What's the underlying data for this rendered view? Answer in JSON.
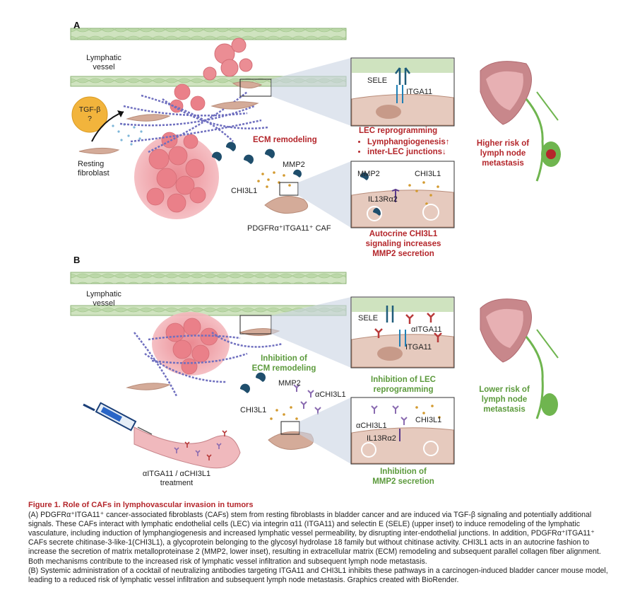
{
  "panel_a": {
    "letter": "A",
    "lymphatic_vessel": "Lymphatic\nvessel",
    "tgf_beta": "TGF-β\n?",
    "resting_fibroblast": "Resting\nfibroblast",
    "ecm_remodeling": "ECM remodeling",
    "mmp2": "MMP2",
    "chi3l1": "CHI3L1",
    "caf": "PDGFRα⁺ITGA11⁺ CAF",
    "inset1": {
      "sele": "SELE",
      "itga11": "ITGA11"
    },
    "lec_title": "LEC reprogramming",
    "lec_points": [
      "Lymphangiogenesis↑",
      "inter-LEC junctions↓"
    ],
    "inset2": {
      "mmp2": "MMP2",
      "chi3l1": "CHI3L1",
      "il13": "IL13Rα2"
    },
    "autocrine": "Autocrine CHI3L1\nsignaling increases\nMMP2 secretion",
    "risk": "Higher risk of\nlymph node\nmetastasis"
  },
  "panel_b": {
    "letter": "B",
    "lymphatic_vessel": "Lymphatic\nvessel",
    "inhibition_ecm": "Inhibition of\nECM remodeling",
    "mmp2": "MMP2",
    "achi3l1": "αCHI3L1",
    "chi3l1": "CHI3L1",
    "treatment": "αITGA11 / αCHI3L1\ntreatment",
    "inset1": {
      "sele": "SELE",
      "aitga11": "αITGA11",
      "itga11": "ITGA11"
    },
    "lec_inhibit": "Inhibition of LEC\nreprogramming",
    "inset2": {
      "achi3l1": "αCHI3L1",
      "chi3l1": "CHI3L1",
      "il13": "IL13Rα2"
    },
    "mmp2_inhibit": "Inhibition of\nMMP2 secretion",
    "risk": "Lower risk of\nlymph node\nmetastasis"
  },
  "caption": {
    "title": "Figure 1.  Role of CAFs in lymphovascular invasion in tumors",
    "para_a": "(A) PDGFRα⁺ITGA11⁺ cancer-associated fibroblasts (CAFs) stem from resting fibroblasts in bladder cancer and are induced via TGF-β signaling and potentially additional signals. These CAFs interact with lymphatic endothelial cells (LEC) via integrin α11 (ITGA11) and selectin E (SELE) (upper inset) to induce remodeling of the lymphatic vasculature, including induction of lymphangiogenesis and increased lymphatic vessel permeability, by disrupting inter-endothelial junctions. In addition, PDGFRα⁺ITGA11⁺ CAFs secrete chitinase-3-like-1(CHI3L1), a glycoprotein belonging to the glycosyl hydrolase 18 family but without chitinase activity. CHI3L1 acts in an autocrine fashion to increase the secretion of matrix metalloproteinase 2 (MMP2, lower inset), resulting in extracellular matrix (ECM) remodeling and subsequent parallel collagen fiber alignment. Both mechanisms contribute to the increased risk of lymphatic vessel infiltration and subsequent lymph node metastasis.",
    "para_b": "(B) Systemic administration of a cocktail of neutralizing antibodies targeting ITGA11 and CHI3L1 inhibits these pathways in a carcinogen-induced bladder cancer mouse model, leading to a reduced risk of lymphatic vessel infiltration and subsequent lymph node metastasis. Graphics created with BioRender."
  },
  "colors": {
    "vessel": "#cfe3bf",
    "vessel_edge": "#8fb67a",
    "tumor": "#ec8c93",
    "tumor_light": "#f6c4c8",
    "fibroblast": "#d4ab99",
    "collagen": "#6f6fbf",
    "accent_red": "#b4262b",
    "accent_green": "#5c9a3c",
    "tgf": "#f2b43c",
    "inset_bg": "#f2e4dc",
    "antibody": "#b83a3a",
    "teal": "#1f6f8c",
    "dots": "#d39a2f"
  }
}
